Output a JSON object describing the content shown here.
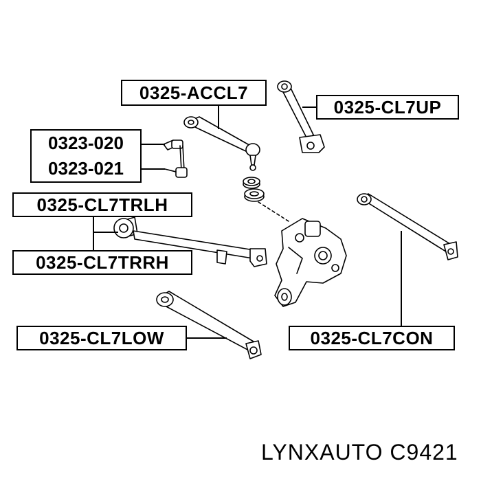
{
  "part_labels": {
    "accl7": "0325-ACCL7",
    "cl7up": "0325-CL7UP",
    "link_a": "0323-020",
    "link_b": "0323-021",
    "cl7trlh": "0325-CL7TRLH",
    "cl7trrh": "0325-CL7TRRH",
    "cl7low": "0325-CL7LOW",
    "cl7con": "0325-CL7CON"
  },
  "brand": {
    "text": "LYNXAUTO C9421"
  }
}
